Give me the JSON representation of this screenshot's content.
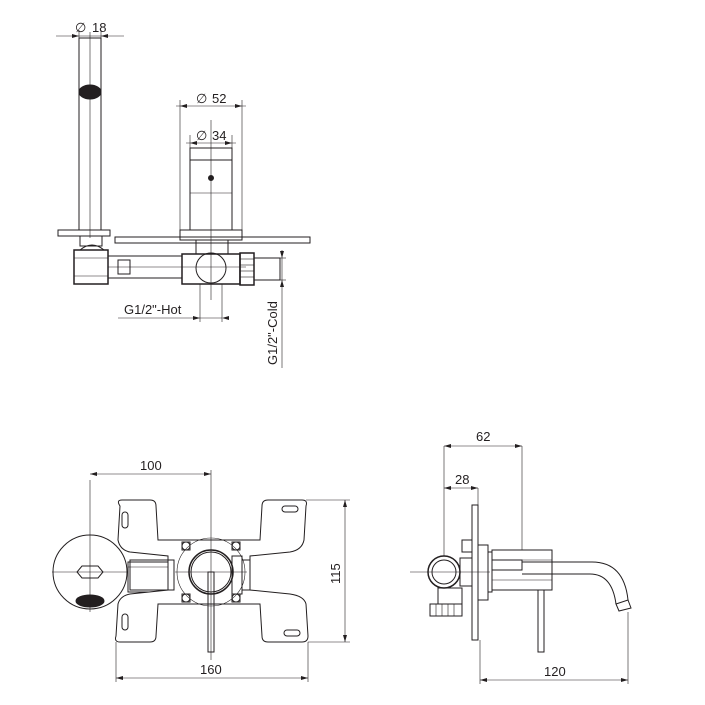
{
  "dimensions": {
    "spout_diameter": "18",
    "plate_diameter": "52",
    "stem_diameter": "34",
    "hot_inlet": "G1/2\"-Hot",
    "cold_inlet": "G1/2\"-Cold",
    "spout_offset": "100",
    "bracket_height": "115",
    "bracket_width": "160",
    "projection_total": "62",
    "projection_body": "28",
    "spout_reach": "120"
  },
  "symbols": {
    "diameter": "∅"
  }
}
